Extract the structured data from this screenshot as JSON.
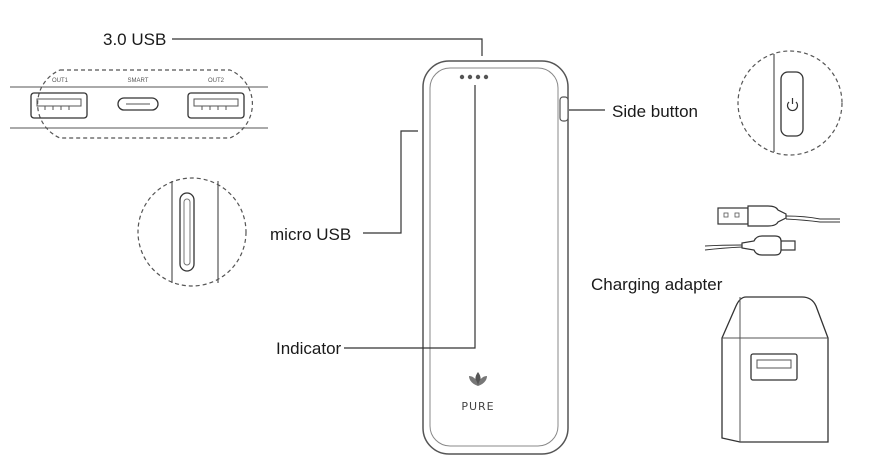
{
  "labels": {
    "usb30": "3.0 USB",
    "side_button": "Side button",
    "micro_usb": "micro USB",
    "indicator": "Indicator",
    "charging_adapter": "Charging adapter"
  },
  "ports": {
    "out1": "OUT1",
    "smart": "SMART",
    "out2": "OUT2"
  },
  "logo": "PURE"
}
